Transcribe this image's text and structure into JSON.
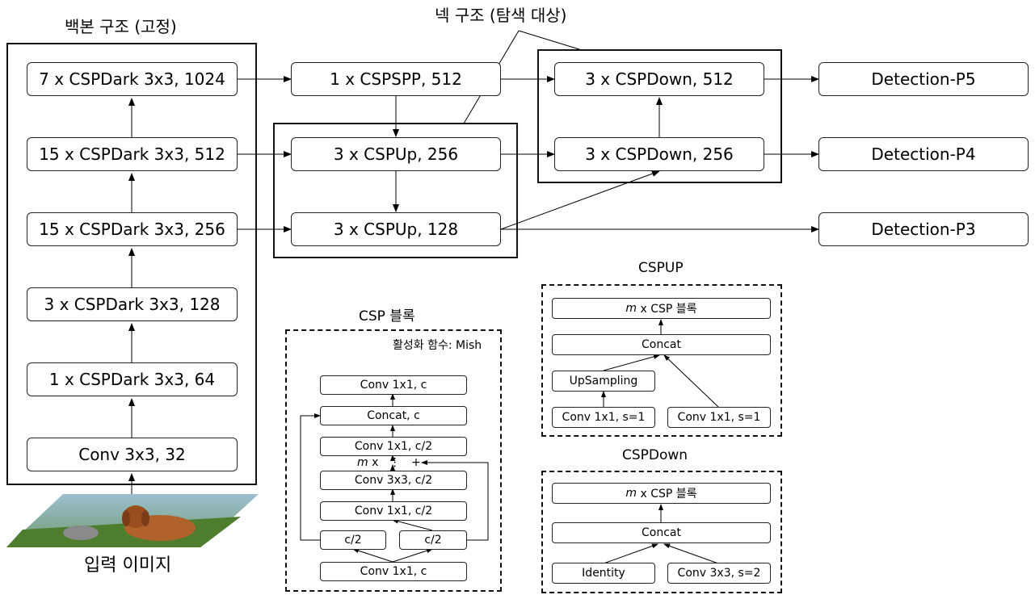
{
  "titles": {
    "backbone": "백본 구조 (고정)",
    "neck": "넥 구조 (탐색 대상)",
    "input_image": "입력 이미지",
    "csp_block": "CSP 블록",
    "cspup": "CSPUP",
    "cspdown": "CSPDown",
    "activation_note": "활성화 함수: Mish"
  },
  "backbone": {
    "layers": [
      "7 x CSPDark 3x3, 1024",
      "15 x CSPDark 3x3, 512",
      "15 x CSPDark 3x3, 256",
      "3 x CSPDark 3x3, 128",
      "1 x CSPDark 3x3, 64",
      "Conv 3x3, 32"
    ]
  },
  "neck": {
    "spp": "1 x CSPSPP, 512",
    "up1": "3 x CSPUp, 256",
    "up2": "3 x CSPUp, 128",
    "down1": "3 x CSPDown, 512",
    "down2": "3 x CSPDown, 256"
  },
  "detection": [
    "Detection-P5",
    "Detection-P4",
    "Detection-P3"
  ],
  "csp_block": {
    "conv_out": "Conv 1x1, c",
    "concat": "Concat, c",
    "conv1_half": "Conv 1x1, c/2",
    "repeat_m": "m",
    "repeat_x": "x",
    "repeat_dots": "⋮",
    "repeat_plus": "+",
    "conv3": "Conv 3x3, c/2",
    "conv1_half_b": "Conv 1x1, c/2",
    "split_left": "c/2",
    "split_right": "c/2",
    "conv_in": "Conv 1x1, c"
  },
  "cspup": {
    "m": "m",
    "csp": "x CSP 블록",
    "concat": "Concat",
    "upsampling": "UpSampling",
    "conv_left": "Conv 1x1, s=1",
    "conv_right": "Conv 1x1, s=1"
  },
  "cspdown": {
    "m": "m",
    "csp": "x CSP 블록",
    "concat": "Concat",
    "identity": "Identity",
    "conv": "Conv 3x3, s=2"
  },
  "colors": {
    "line": "#000000",
    "box_border": "#222222",
    "image_sky": "#8fb4c8",
    "image_grass": "#4f7d2e",
    "dog": "#b0622a"
  }
}
